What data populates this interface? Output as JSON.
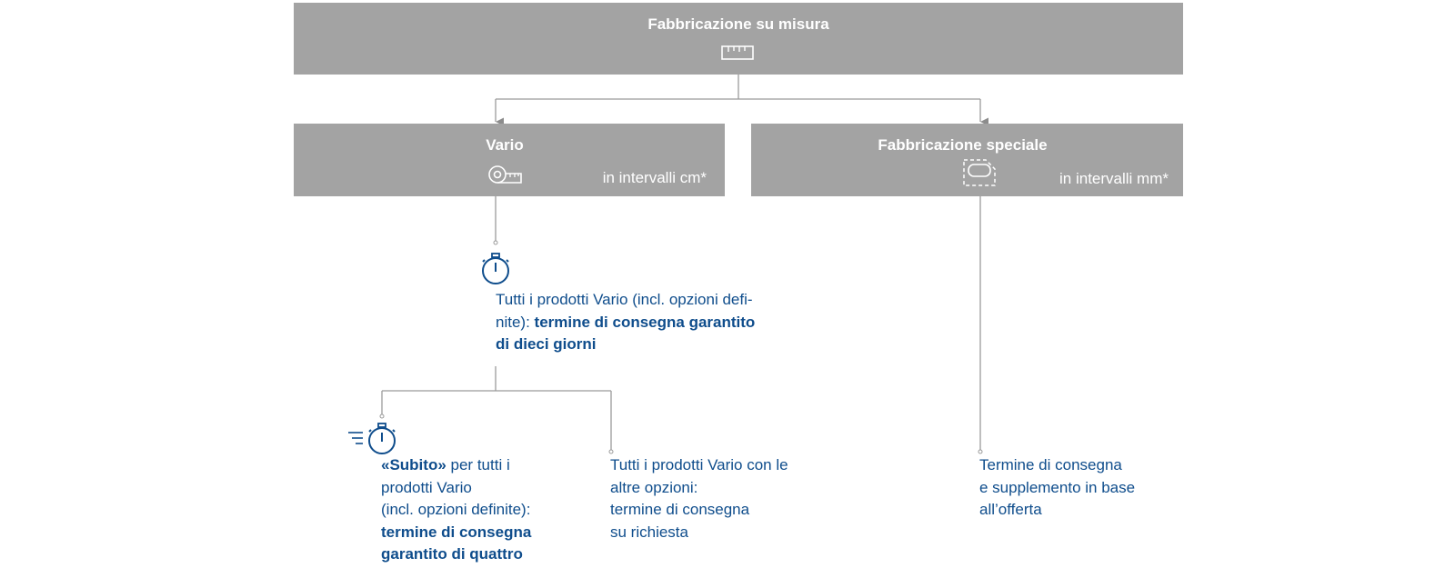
{
  "boxes": {
    "top": {
      "title": "Fabbricazione su misura",
      "icon": "ruler-icon"
    },
    "vario": {
      "title": "Vario",
      "subtitle": "in intervalli cm*",
      "icon": "tape-measure-icon"
    },
    "special": {
      "title": "Fabbricazione speciale",
      "subtitle": "in intervalli mm*",
      "icon": "custom-shape-icon"
    }
  },
  "vario_all": {
    "icon": "stopwatch-icon",
    "line1": "Tutti i prodotti Vario (incl. opzioni defi-",
    "line2_prefix": "nite): ",
    "line2_bold": "termine di consegna garantito",
    "line3_bold": "di dieci giorni"
  },
  "subito": {
    "icon": "fast-stopwatch-icon",
    "line1_bold": "«Subito»",
    "line1_rest": " per tutti i",
    "line2": "prodotti Vario",
    "line3": "(incl. opzioni definite):",
    "line4_bold": "termine di consegna",
    "line5_bold": "garantito di quattro"
  },
  "other_options": {
    "line1": "Tutti i prodotti Vario con le",
    "line2": "altre opzioni:",
    "line3": "termine di consegna",
    "line4": "su richiesta"
  },
  "special_note": {
    "line1": "Termine di consegna",
    "line2": "e supplemento in base",
    "line3": "all’offerta"
  },
  "colors": {
    "box": "#a3a3a3",
    "text": "#0f4d8c",
    "connector": "#9a9a9a"
  }
}
